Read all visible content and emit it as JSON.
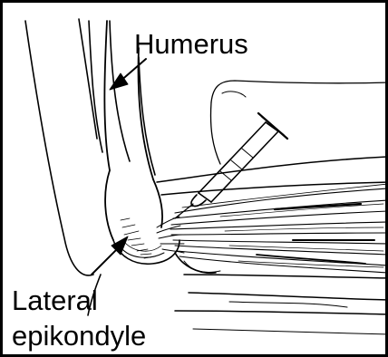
{
  "labels": {
    "humerus": "Humerus",
    "lateral": "Lateral",
    "epikondyle": "epikondyle"
  },
  "colors": {
    "ink": "#000000",
    "paper": "#ffffff"
  }
}
